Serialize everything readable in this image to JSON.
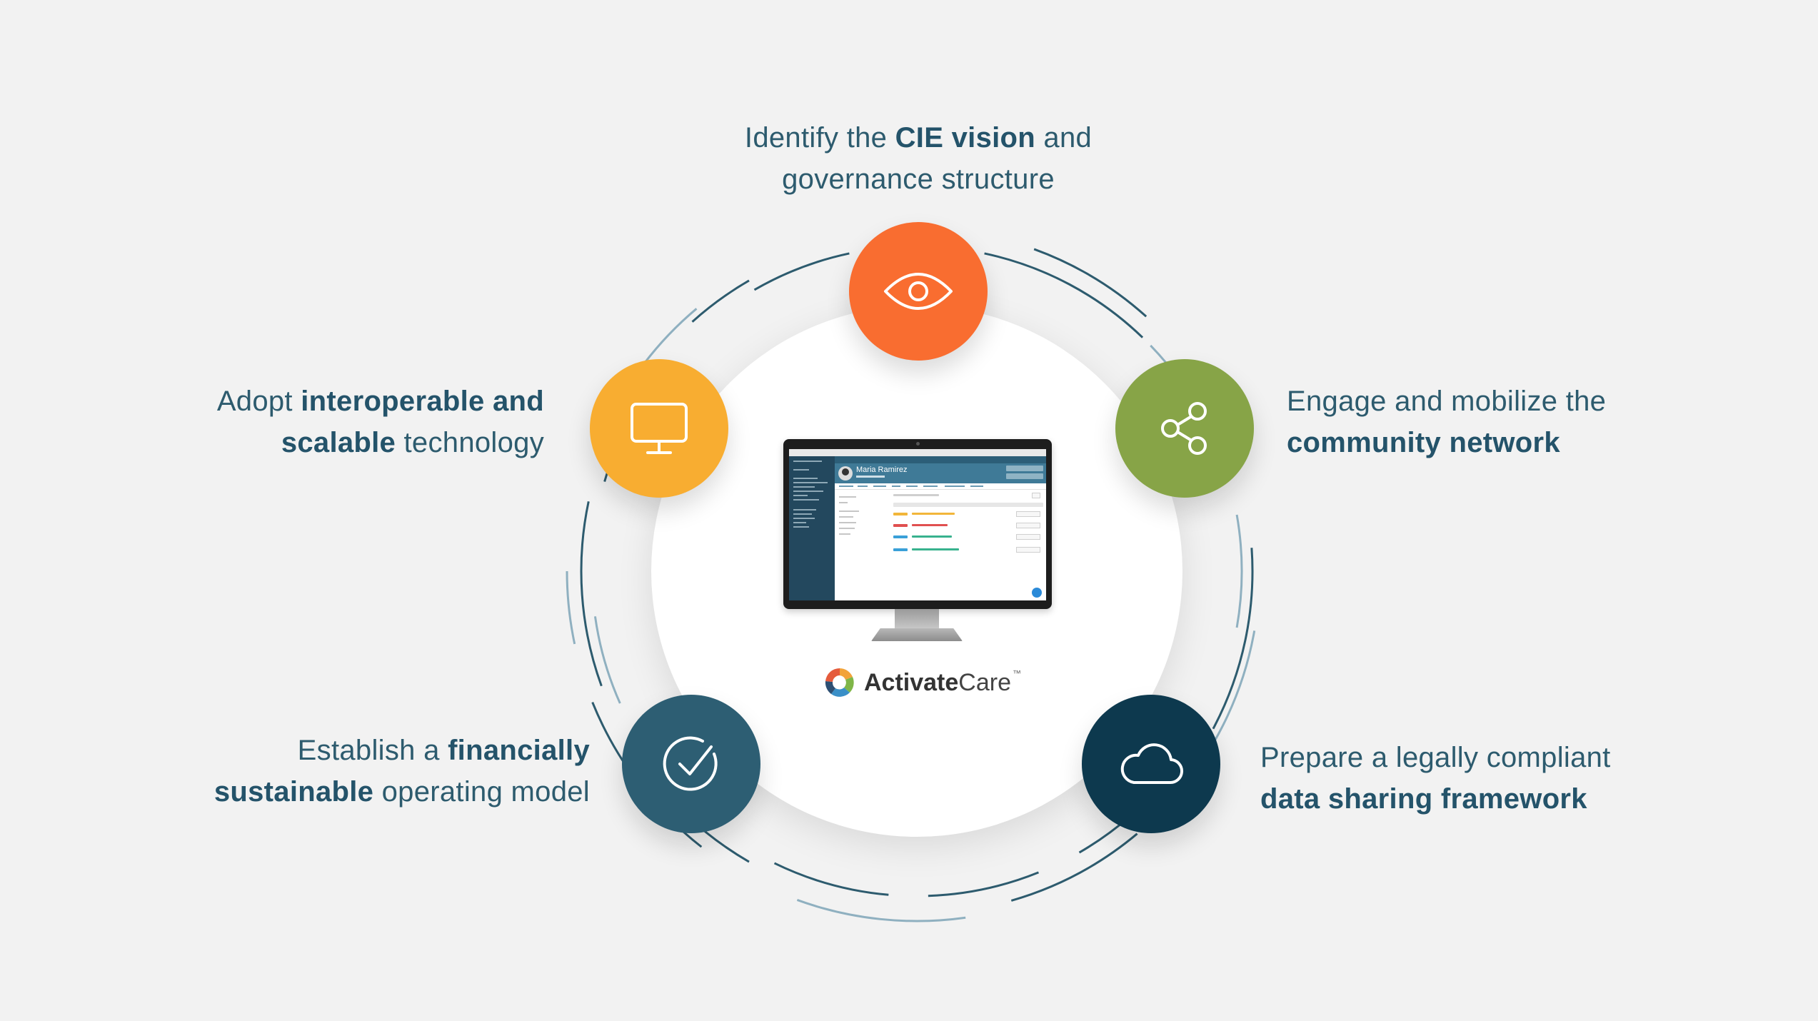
{
  "diagram": {
    "steps": [
      {
        "id": "vision",
        "icon": "eye-icon",
        "color": "#f96d30",
        "label_lines": [
          [
            {
              "text": "Identify the ",
              "bold": false
            },
            {
              "text": "CIE vision",
              "bold": true
            },
            {
              "text": " and",
              "bold": false
            }
          ],
          [
            {
              "text": "governance structure",
              "bold": false
            }
          ]
        ]
      },
      {
        "id": "network",
        "icon": "share-icon",
        "color": "#87a447",
        "label_lines": [
          [
            {
              "text": "Engage and mobilize the",
              "bold": false
            }
          ],
          [
            {
              "text": "community network",
              "bold": true
            }
          ]
        ]
      },
      {
        "id": "data",
        "icon": "cloud-icon",
        "color": "#0d394e",
        "label_lines": [
          [
            {
              "text": "Prepare a legally compliant",
              "bold": false
            }
          ],
          [
            {
              "text": "data sharing framework",
              "bold": true
            }
          ]
        ]
      },
      {
        "id": "finance",
        "icon": "check-circle-icon",
        "color": "#2d5e73",
        "label_lines": [
          [
            {
              "text": "Establish a ",
              "bold": false
            },
            {
              "text": "financially",
              "bold": true
            }
          ],
          [
            {
              "text": "sustainable",
              "bold": true
            },
            {
              "text": " operating model",
              "bold": false
            }
          ]
        ]
      },
      {
        "id": "technology",
        "icon": "monitor-icon",
        "color": "#f8ad31",
        "label_lines": [
          [
            {
              "text": "Adopt ",
              "bold": false
            },
            {
              "text": "interoperable and",
              "bold": true
            }
          ],
          [
            {
              "text": "scalable",
              "bold": true
            },
            {
              "text": " technology",
              "bold": false
            }
          ]
        ]
      }
    ],
    "center": {
      "screen": {
        "profile_name": "Maria Ramirez"
      },
      "brand": {
        "name_bold": "Activate",
        "name_regular": "Care",
        "trademark": "™"
      }
    }
  }
}
